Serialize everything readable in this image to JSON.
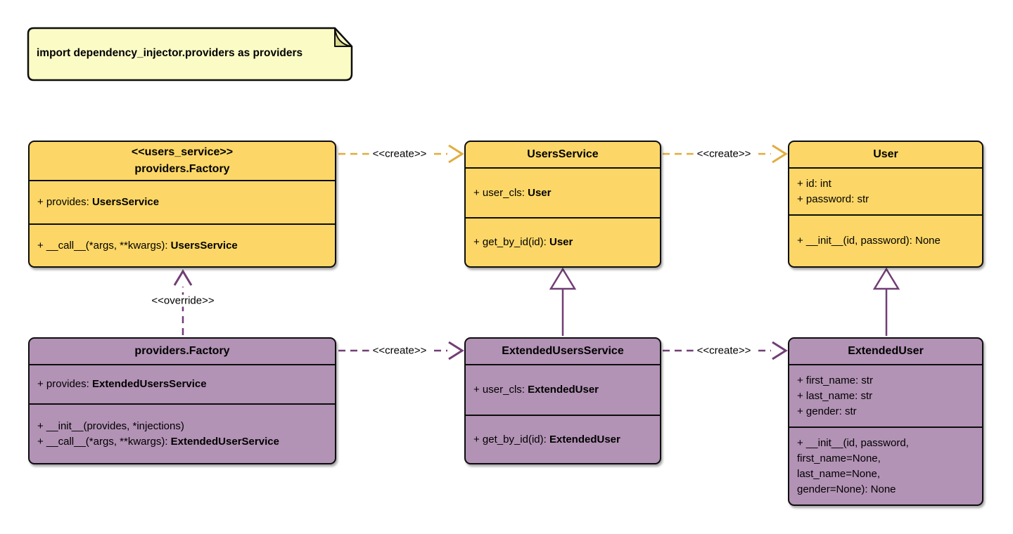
{
  "note": {
    "text": "import dependency_injector.providers as providers"
  },
  "labels": {
    "create": "<<create>>",
    "override": "<<override>>"
  },
  "classes": [
    {
      "stereotype": "<<users_service>>",
      "name": "providers.Factory",
      "theme": "yellow",
      "attributes": [
        {
          "pre": "+ provides: ",
          "type": "UsersService"
        }
      ],
      "methods": [
        {
          "pre": "+ __call__(*args, **kwargs): ",
          "type": "UsersService"
        }
      ]
    },
    {
      "name": "UsersService",
      "theme": "yellow",
      "attributes": [
        {
          "pre": "+ user_cls: ",
          "type": "User"
        }
      ],
      "methods": [
        {
          "pre": "+ get_by_id(id): ",
          "type": "User"
        }
      ]
    },
    {
      "name": "User",
      "theme": "yellow",
      "attributes": [
        {
          "pre": "+ id: int"
        },
        {
          "pre": "+ password: str"
        }
      ],
      "methods": [
        {
          "pre": "+ __init__(id, password): None"
        }
      ]
    },
    {
      "name": "providers.Factory",
      "theme": "purple",
      "attributes": [
        {
          "pre": "+ provides: ",
          "type": "ExtendedUsersService"
        }
      ],
      "methods": [
        {
          "pre": "+ __init__(provides, *injections)"
        },
        {
          "pre": "+ __call__(*args, **kwargs): ",
          "type": "ExtendedUserService"
        }
      ]
    },
    {
      "name": "ExtendedUsersService",
      "theme": "purple",
      "attributes": [
        {
          "pre": "+ user_cls: ",
          "type": "ExtendedUser"
        }
      ],
      "methods": [
        {
          "pre": "+ get_by_id(id): ",
          "type": "ExtendedUser"
        }
      ]
    },
    {
      "name": "ExtendedUser",
      "theme": "purple",
      "attributes": [
        {
          "pre": "+ first_name: str"
        },
        {
          "pre": "+ last_name: str"
        },
        {
          "pre": "+ gender: str"
        }
      ],
      "methods": [
        {
          "pre": "+ __init__(id, password, first_name=None, last_name=None, gender=None): None"
        }
      ]
    }
  ],
  "colors": {
    "class_fill_yellow": "#FCD767",
    "class_fill_purple": "#B292B5",
    "arrow_yellow": "#E2AC3D",
    "arrow_purple": "#713E75",
    "note_fill": "#FBFBC6",
    "border": "#0D0D0D"
  }
}
